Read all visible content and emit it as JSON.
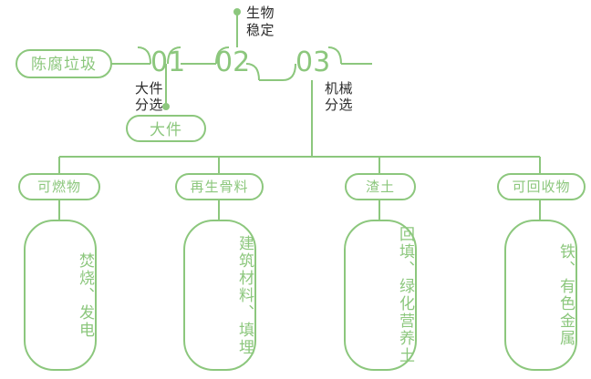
{
  "theme": {
    "green": "#8cc77d",
    "green_text": "#8cc77d",
    "dark_text": "#2b2b2b",
    "background": "#ffffff"
  },
  "diagram": {
    "type": "process-flow",
    "title": "",
    "source_node": {
      "label": "陈腐垃圾"
    },
    "stages": [
      {
        "number": "01",
        "process_label": "大件分选",
        "process_line1": "大件",
        "process_line2": "分选",
        "output": "大件"
      },
      {
        "number": "02",
        "process_label": "生物稳定",
        "process_line1": "生物",
        "process_line2": "稳定",
        "output": ""
      },
      {
        "number": "03",
        "process_label": "机械分选",
        "process_line1": "机械",
        "process_line2": "分选",
        "output": ""
      }
    ],
    "branches": [
      {
        "category": "可燃物",
        "treatment": "焚烧、发电"
      },
      {
        "category": "再生骨料",
        "treatment": "建筑材料、填埋"
      },
      {
        "category": "渣土",
        "treatment": "回填、绿化营养土"
      },
      {
        "category": "可回收物",
        "treatment": "铁、有色金属"
      }
    ]
  }
}
